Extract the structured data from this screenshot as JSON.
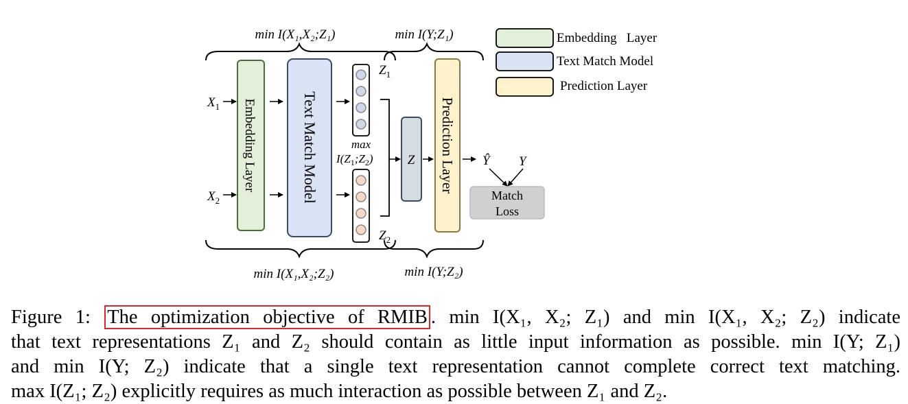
{
  "diagram": {
    "inputs": {
      "x1": "X",
      "x1_sub": "1",
      "x2": "X",
      "x2_sub": "2"
    },
    "blocks": {
      "embedding": "Embedding Layer",
      "text_match": "Text Match Model",
      "prediction": "Prediction Layer",
      "z_block": "Z"
    },
    "reps": {
      "z1": "Z",
      "z1_sub": "1",
      "z2": "Z",
      "z2_sub": "2"
    },
    "max_term": {
      "top": "max",
      "bottom": "I(Z",
      "s1": "1",
      "mid": ";Z",
      "s2": "2",
      "end": ")"
    },
    "objectives": {
      "top_left": "min I(X₁,X₂;Z₁)",
      "top_right": "min I(Y;Z₁)",
      "bottom_left": "min I(X₁,X₂;Z₂)",
      "bottom_right": "min I(Y;Z₂)"
    },
    "outputs": {
      "y_hat": "Ŷ",
      "y": "Y"
    },
    "loss": {
      "line1": "Match",
      "line2": "Loss"
    },
    "legend": [
      {
        "label": "Embedding   Layer",
        "color": "#e2efd9"
      },
      {
        "label": "Text Match Model",
        "color": "#dae3f3"
      },
      {
        "label": "Prediction Layer",
        "color": "#fff2cc"
      }
    ],
    "colors": {
      "embedding": "#e2efd9",
      "text_match": "#dae3f3",
      "prediction": "#fff2cc",
      "z_block": "#d6dce4",
      "loss": "#d0d0d0",
      "node_blue": "#cfd8e6",
      "node_orange": "#f7d9c4",
      "highlight": "#e0262a"
    }
  },
  "caption": {
    "figure_label": "Figure 1: ",
    "title": "The optimization objective of RMIB",
    "line1_rest": ". min I(X₁, X₂; Z₁) and min I(X₁, X₂; Z₂) indicate",
    "line2": "that text representations Z₁ and Z₂ should contain as little input information as possible. min I(Y; Z₁)",
    "line3": "and min I(Y; Z₂) indicate that a single text representation cannot complete correct text matching.",
    "line4": "max I(Z₁; Z₂) explicitly requires as much interaction as possible between Z₁ and Z₂."
  }
}
